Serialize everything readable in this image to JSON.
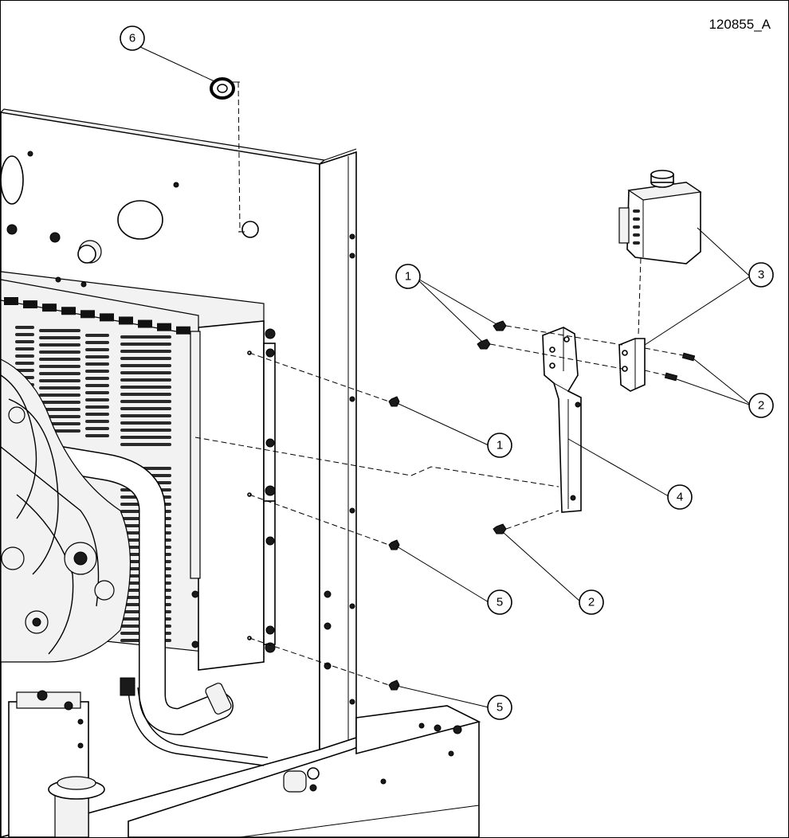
{
  "drawing_number": "120855_A",
  "callouts": [
    {
      "id": "c6",
      "label": "6"
    },
    {
      "id": "c1a",
      "label": "1"
    },
    {
      "id": "c3",
      "label": "3"
    },
    {
      "id": "c2a",
      "label": "2"
    },
    {
      "id": "c1b",
      "label": "1"
    },
    {
      "id": "c4",
      "label": "4"
    },
    {
      "id": "c5a",
      "label": "5"
    },
    {
      "id": "c2b",
      "label": "2"
    },
    {
      "id": "c5b",
      "label": "5"
    }
  ]
}
